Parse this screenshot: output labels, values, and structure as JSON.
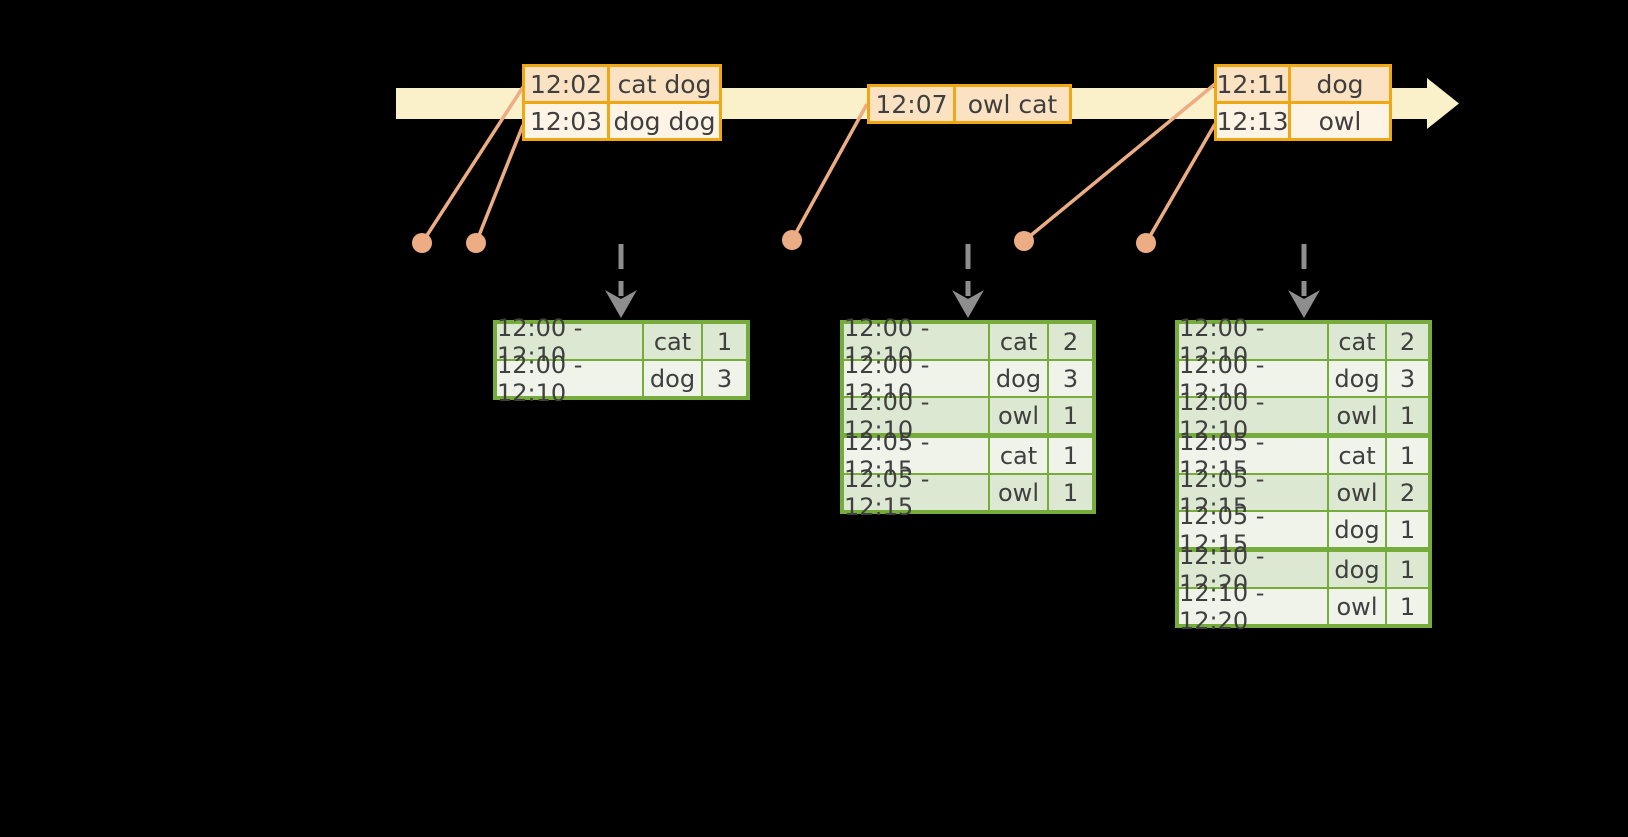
{
  "colors": {
    "background": "#000000",
    "timeline_fill": "#FAF0C9",
    "event_table_border": "#EFA713",
    "event_row_dark": "#FBE2C2",
    "event_row_light": "#FDF4E6",
    "marker_salmon": "#ECAC84",
    "result_table_border": "#76AC3C",
    "result_row_dark": "#DCE8D1",
    "result_row_light": "#EFF3EA",
    "trigger_arrow_gray": "#8E8E8E",
    "text": "#3F3F3F"
  },
  "event_tables": [
    {
      "rows": [
        {
          "time": "12:02",
          "words": "cat dog"
        },
        {
          "time": "12:03",
          "words": "dog dog"
        }
      ]
    },
    {
      "rows": [
        {
          "time": "12:07",
          "words": "owl cat"
        }
      ]
    },
    {
      "rows": [
        {
          "time": "12:11",
          "words": "dog"
        },
        {
          "time": "12:13",
          "words": "owl"
        }
      ]
    }
  ],
  "result_tables": [
    {
      "rows": [
        {
          "window": "12:00 - 12:10",
          "word": "cat",
          "count": "1"
        },
        {
          "window": "12:00 - 12:10",
          "word": "dog",
          "count": "3"
        }
      ]
    },
    {
      "rows": [
        {
          "window": "12:00 - 12:10",
          "word": "cat",
          "count": "2"
        },
        {
          "window": "12:00 - 12:10",
          "word": "dog",
          "count": "3"
        },
        {
          "window": "12:00 - 12:10",
          "word": "owl",
          "count": "1"
        },
        {
          "window": "12:05 - 12:15",
          "word": "cat",
          "count": "1"
        },
        {
          "window": "12:05 - 12:15",
          "word": "owl",
          "count": "1"
        }
      ]
    },
    {
      "rows": [
        {
          "window": "12:00 - 12:10",
          "word": "cat",
          "count": "2"
        },
        {
          "window": "12:00 - 12:10",
          "word": "dog",
          "count": "3"
        },
        {
          "window": "12:00 - 12:10",
          "word": "owl",
          "count": "1"
        },
        {
          "window": "12:05 - 12:15",
          "word": "cat",
          "count": "1"
        },
        {
          "window": "12:05 - 12:15",
          "word": "owl",
          "count": "2"
        },
        {
          "window": "12:05 - 12:15",
          "word": "dog",
          "count": "1"
        },
        {
          "window": "12:10 - 12:20",
          "word": "dog",
          "count": "1"
        },
        {
          "window": "12:10 - 12:20",
          "word": "owl",
          "count": "1"
        }
      ]
    }
  ]
}
